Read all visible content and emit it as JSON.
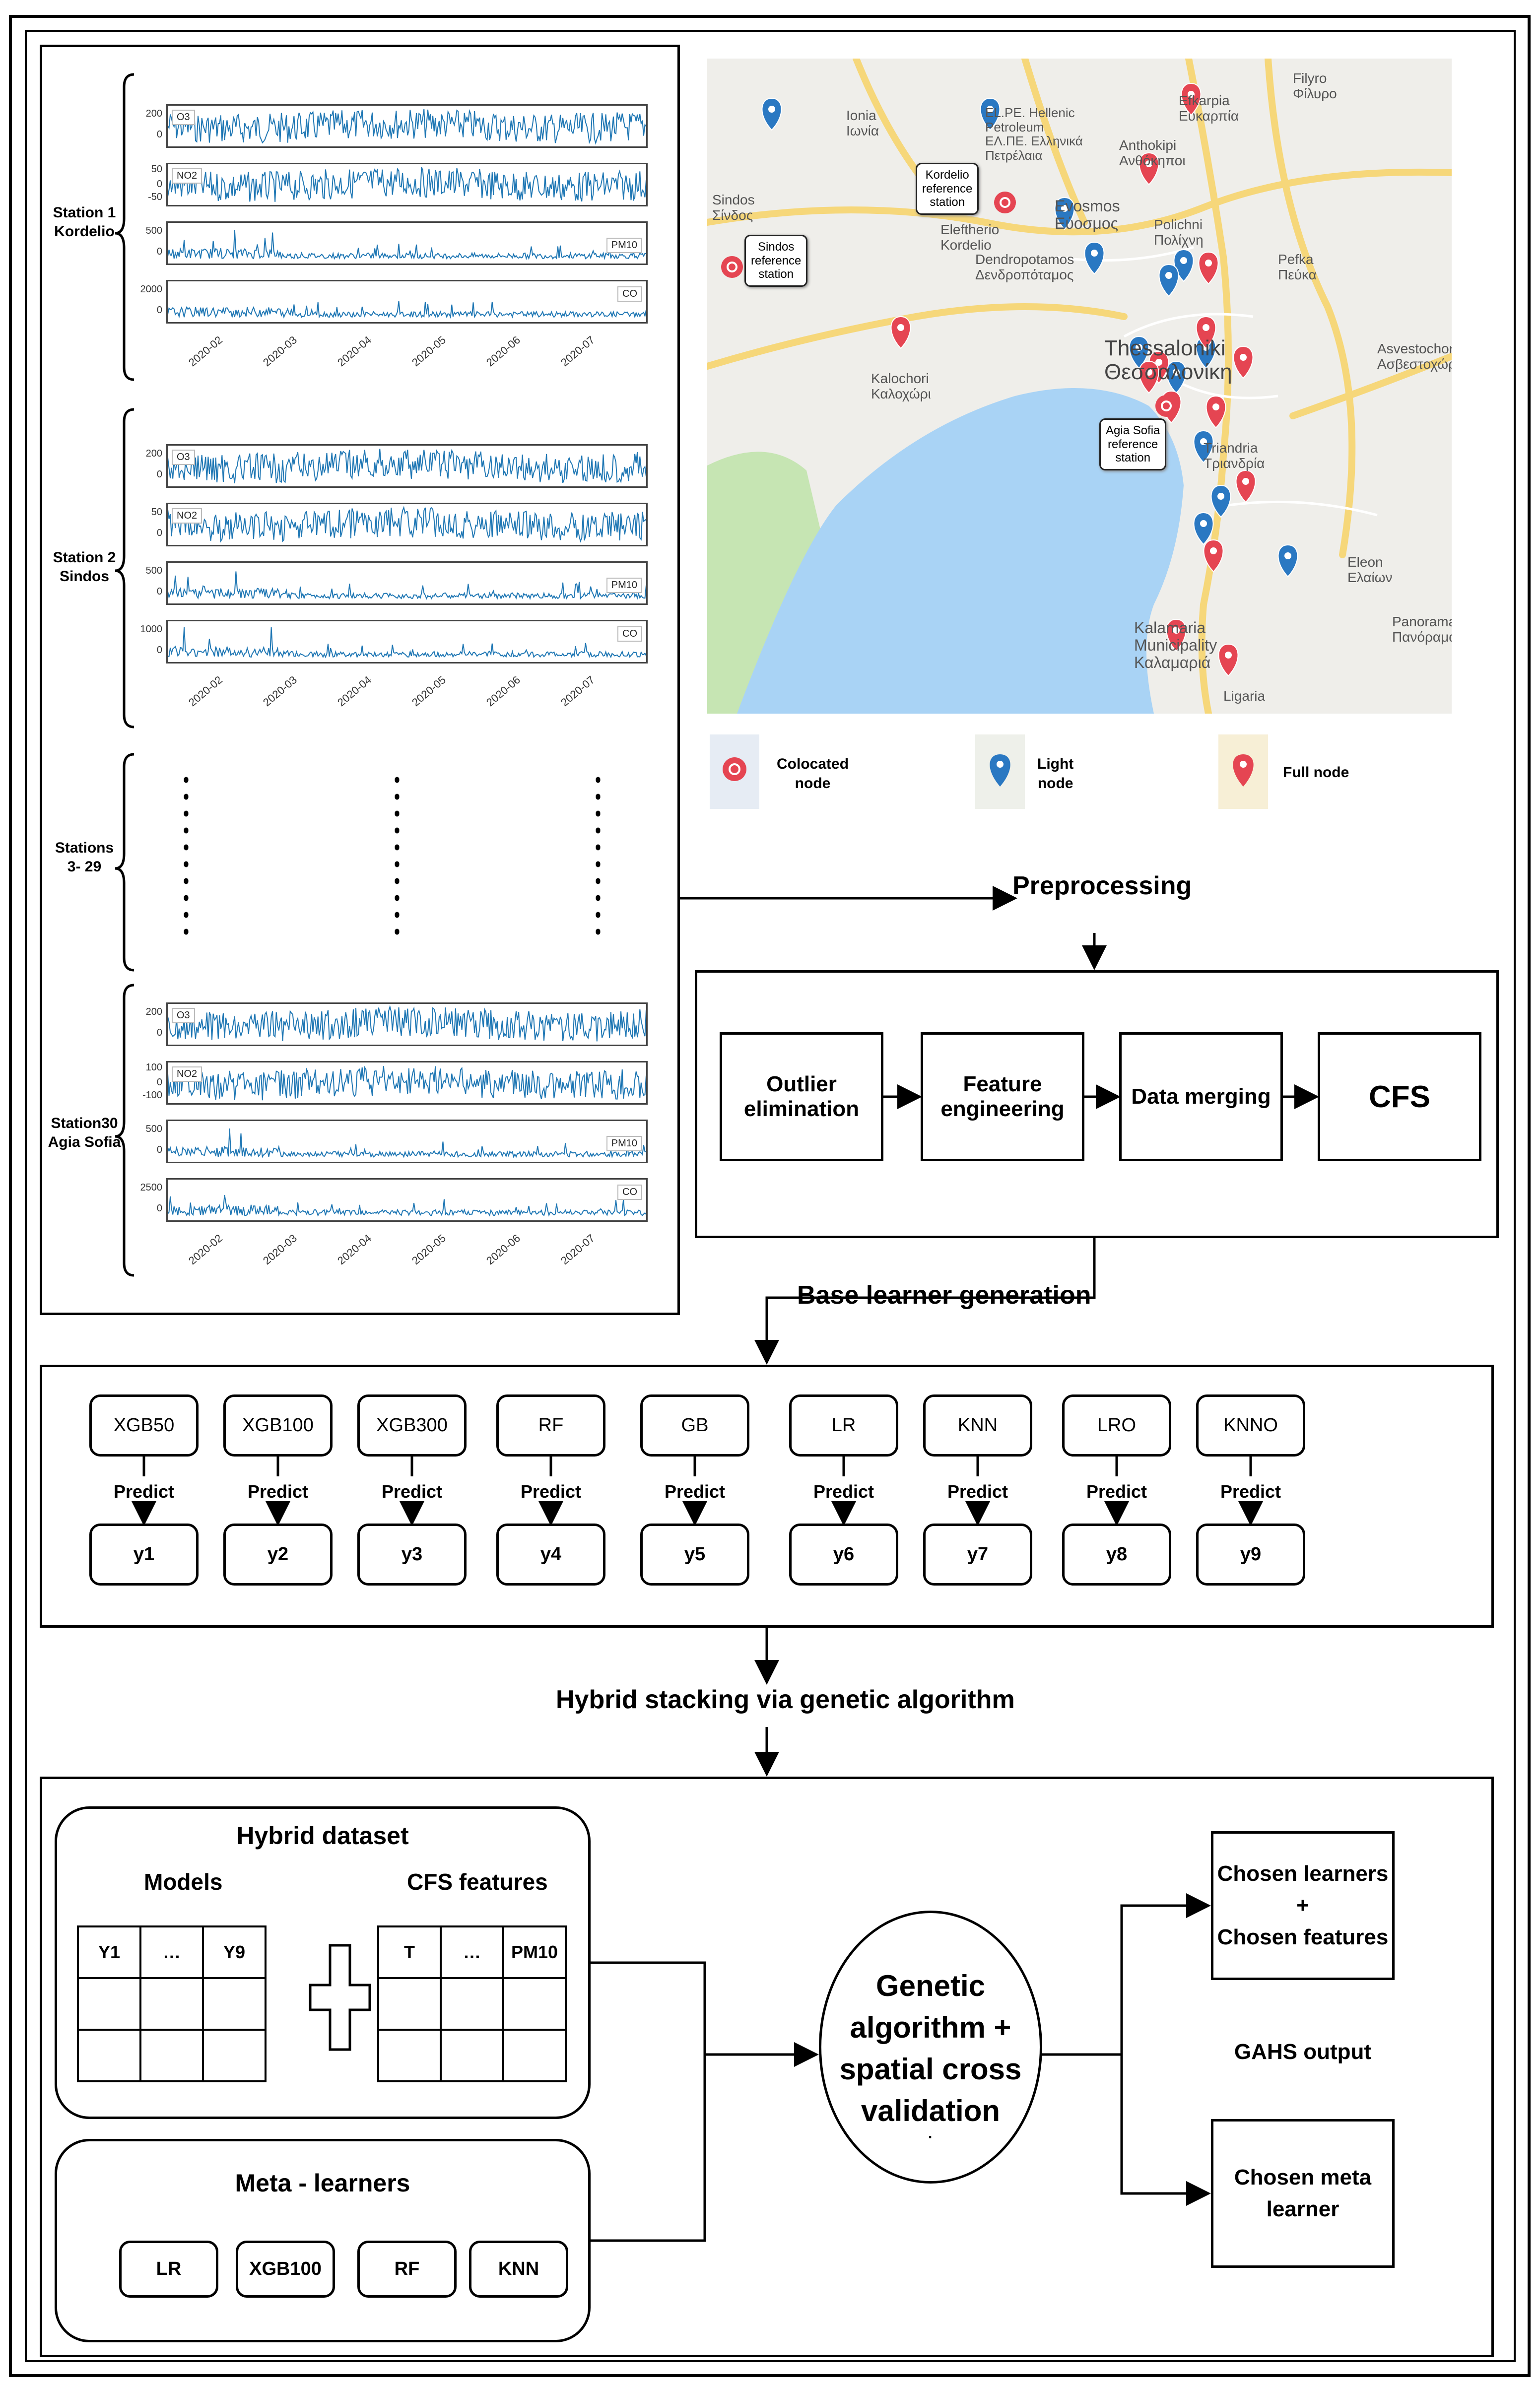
{
  "stations": [
    {
      "label": "Station 1\nKordelio",
      "series": [
        "O3",
        "NO2",
        "PM10",
        "CO"
      ],
      "yticks": [
        [
          "200",
          "0"
        ],
        [
          "50",
          "0",
          "-50"
        ],
        [
          "500",
          "0"
        ],
        [
          "2000",
          "0"
        ]
      ]
    },
    {
      "label": "Station 2\nSindos",
      "series": [
        "O3",
        "NO2",
        "PM10",
        "CO"
      ],
      "yticks": [
        [
          "200",
          "0"
        ],
        [
          "50",
          "0"
        ],
        [
          "500",
          "0"
        ],
        [
          "1000",
          "0"
        ]
      ]
    },
    {
      "label": "Stations\n3- 29"
    },
    {
      "label": "Station30\nAgia Sofia",
      "series": [
        "O3",
        "NO2",
        "PM10",
        "CO"
      ],
      "yticks": [
        [
          "200",
          "0"
        ],
        [
          "100",
          "0",
          "-100"
        ],
        [
          "500",
          "0"
        ],
        [
          "2500",
          "0"
        ]
      ]
    }
  ],
  "x_ticks": [
    "2020-02",
    "2020-03",
    "2020-04",
    "2020-05",
    "2020-06",
    "2020-07"
  ],
  "map": {
    "labels": [
      "Filyro\nΦίλυρο",
      "Ionia\nΙωνία",
      "EL.PE. Hellenic\nPetroleum\nΕΛ.ΠΕ. Ελληνικά\nΠετρέλαια",
      "Anthokipi\nΑνθόκηποι",
      "Efkarpia\nΕυκαρπία",
      "Eleftherio\nKordelio",
      "Evosmos\nΕύοσμος",
      "Sindos\nΣίνδος",
      "Dendropotamos\nΔενδροπόταμος",
      "Polichni\nΠολίχνη",
      "Pefka\nΠεύκα",
      "Kalochori\nΚαλοχώρι",
      "Asvestochori\nΑσβεστοχώρι",
      "Thessaloniki\nΘεσσαλονίκη",
      "Triandria\nΤριανδρία",
      "Eleon\nΕλαίων",
      "Panorama\nΠανόραμα",
      "Kalamaria\nMunicipality\nΚαλαμαριά",
      "Ligaria"
    ],
    "ref_boxes": [
      "Kordelio\nreference\nstation",
      "Sindos\nreference\nstation",
      "Agia Sofia\nreference\nstation"
    ],
    "legend": [
      "Colocated\nnode",
      "Light\nnode",
      "Full node"
    ],
    "colors": {
      "light": "#2a78c2",
      "full": "#e54552",
      "sea": "#a9d3f5",
      "land": "#efeeea",
      "road": "#f6d77a",
      "park": "#c6e5b3"
    }
  },
  "preprocessing": {
    "title": "Preprocessing",
    "steps": [
      "Outlier\nelimination",
      "Feature\nengineering",
      "Data merging",
      "CFS"
    ]
  },
  "base_learners": {
    "title": "Base learner generation",
    "models": [
      "XGB50",
      "XGB100",
      "XGB300",
      "RF",
      "GB",
      "LR",
      "KNN",
      "LRO",
      "KNNO"
    ],
    "outputs": [
      "y1",
      "y2",
      "y3",
      "y4",
      "y5",
      "y6",
      "y7",
      "y8",
      "y9"
    ],
    "predict": "Predict"
  },
  "hybrid": {
    "title": "Hybrid stacking via genetic algorithm",
    "dataset_title": "Hybrid dataset",
    "models_label": "Models",
    "features_label": "CFS features",
    "models_cols": [
      "Y1",
      "…",
      "Y9"
    ],
    "features_cols": [
      "T",
      "…",
      "PM10"
    ],
    "meta_title": "Meta - learners",
    "meta": [
      "LR",
      "XGB100",
      "RF",
      "KNN"
    ],
    "ga": "Genetic\nalgorithm +\nspatial cross\nvalidation",
    "ga_dot": "·",
    "chosen_learners": "Chosen learners\n+\nChosen features",
    "output_label": "GAHS output",
    "chosen_meta": "Chosen meta\nlearner"
  }
}
